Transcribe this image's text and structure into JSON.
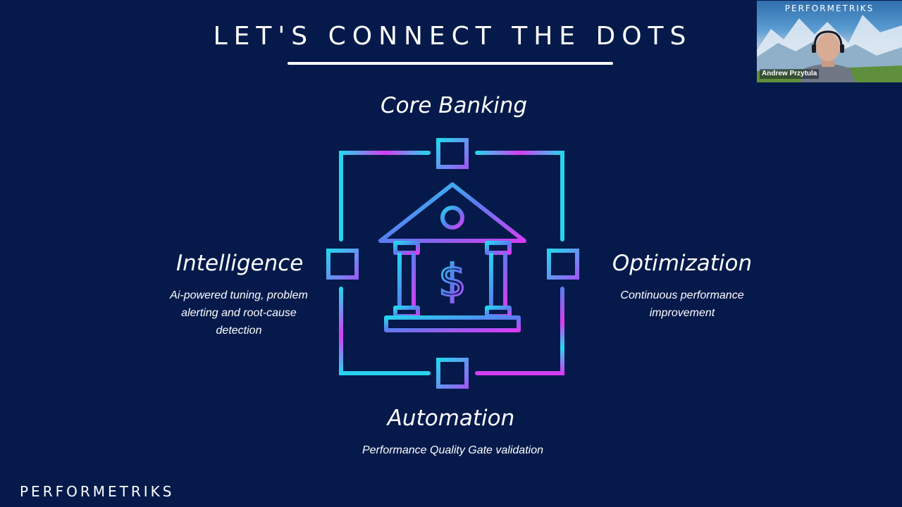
{
  "slide": {
    "title": "LET'S CONNECT THE DOTS",
    "core_banking": {
      "heading": "Core Banking"
    },
    "intelligence": {
      "heading": "Intelligence",
      "description": "Ai-powered tuning, problem alerting and root-cause detection"
    },
    "optimization": {
      "heading": "Optimization",
      "description": "Continuous performance improvement"
    },
    "automation": {
      "heading": "Automation",
      "description": "Performance Quality Gate validation"
    },
    "center_icon": "bank-building-icon",
    "center_glyph": "$",
    "footer_logo": "PERFORMETRIKS"
  },
  "webcam": {
    "brand": "PERFORMETRIKS",
    "participant_name": "Andrew Przytula"
  },
  "colors": {
    "background": "#051a4b",
    "gradient_cyan": "#27d4ee",
    "gradient_blue": "#5a7cf0",
    "gradient_magenta": "#d83cf2",
    "text": "#ffffff"
  }
}
